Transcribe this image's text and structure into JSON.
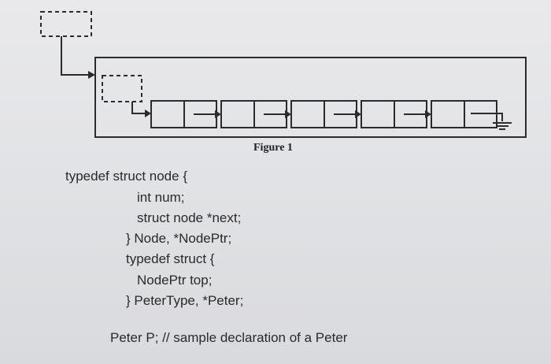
{
  "figure": {
    "caption": "Figure 1",
    "node_count": 5
  },
  "code": {
    "lines": [
      "typedef struct node {",
      "int num;",
      "struct node *next;",
      "} Node, *NodePtr;",
      "typedef struct {",
      "NodePtr top;",
      "} PeterType, *Peter;",
      "Peter P; // sample declaration of a Peter"
    ]
  }
}
